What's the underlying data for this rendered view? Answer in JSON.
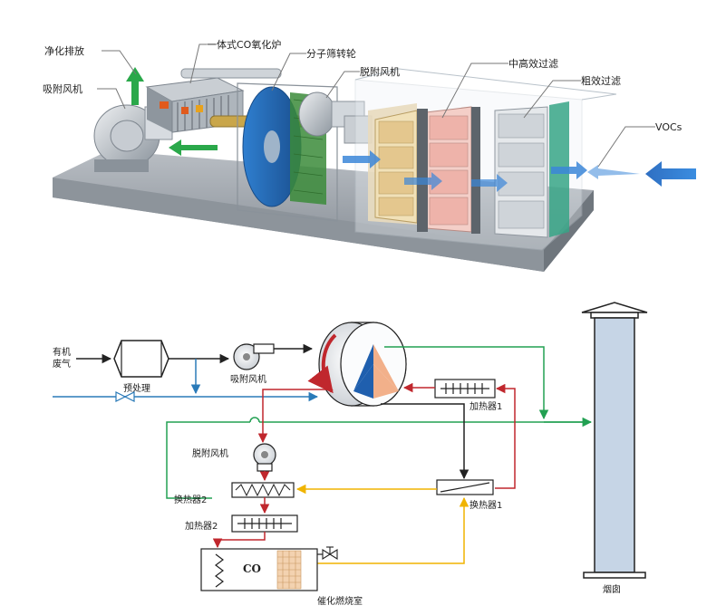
{
  "top_illustration": {
    "labels": {
      "clean_exhaust": "净化排放",
      "co_furnace": "一体式CO氧化炉",
      "zeolite_rotor": "分子筛转轮",
      "desorption_fan": "脱附风机",
      "adsorption_fan": "吸附风机",
      "medium_high_filter": "中高效过滤",
      "coarse_filter": "粗效过滤",
      "vocs": "VOCs"
    }
  },
  "flow_diagram": {
    "labels": {
      "organic_waste_gas": "有机\n废气",
      "pretreatment": "预处理",
      "adsorption_fan": "吸附风机",
      "heater1": "加热器1",
      "desorption_fan": "脱附风机",
      "heat_exchanger2": "换热器2",
      "heat_exchanger1": "换热器1",
      "heater2": "加热器2",
      "co": "CO",
      "catalytic_chamber": "催化燃烧室",
      "chimney": "烟囱"
    },
    "colors": {
      "waste_gas": "#222222",
      "clean_air": "#22a052",
      "hot_desorption": "#c0272d",
      "fresh_air": "#2a7ab8",
      "exhaust_heat": "#f0b400",
      "chimney_fill": "#c6d5e6",
      "rotor_blue": "#1f5fae",
      "rotor_peach": "#f2b08a"
    }
  }
}
